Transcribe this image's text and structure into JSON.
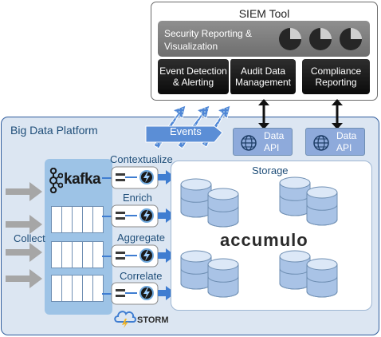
{
  "siem": {
    "title": "SIEM Tool",
    "reporting": "Security Reporting & Visualization",
    "blocks": [
      "Event Detection & Alerting",
      "Audit Data Management",
      "Compliance Reporting"
    ]
  },
  "platform": {
    "title": "Big Data Platform",
    "collect": "Collect",
    "kafka": "kafka",
    "stages": [
      "Contextualize",
      "Enrich",
      "Aggregate",
      "Correlate"
    ],
    "storage": "Storage",
    "accumulo": "accumulo",
    "storm": "STORM",
    "events": "Events",
    "data_api": "Data API"
  },
  "colors": {
    "platform_border": "#2f5c9c",
    "platform_fill": "#dce6f2",
    "kafka_panel": "#9dc3e6",
    "arrow_blue": "#3f7dd1",
    "disk_blue": "#a9c3e6"
  },
  "icons": [
    "gear-icon",
    "globe-icon",
    "lightning-icon",
    "cloud-icon",
    "arrow-icon"
  ]
}
